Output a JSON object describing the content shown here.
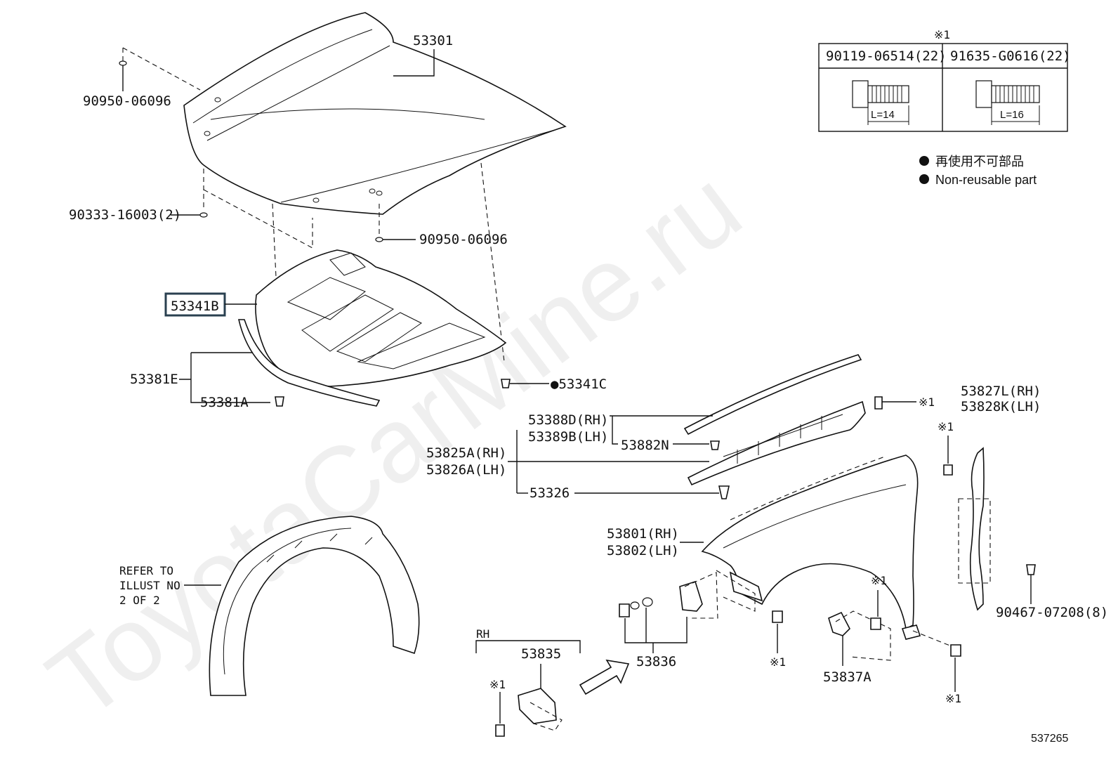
{
  "watermark": "ToyotaCarMine.ru",
  "legend": {
    "note_symbol": "※1",
    "bolt1_code": "90119-06514(22)",
    "bolt1_length": "L=14",
    "bolt2_code": "91635-G0616(22)",
    "bolt2_length": "L=16",
    "nonreusable_jp": "再使用不可部品",
    "nonreusable_en": "Non-reusable part"
  },
  "parts": {
    "hood": "53301",
    "grommet_top": "90950-06096",
    "cushion": "90333-16003(2)",
    "grommet_mid": "90950-06096",
    "insulator_highlight": "53341B",
    "seal_group": "53381E",
    "seal": "53381A",
    "clip": "●53341C",
    "fender_seal_rh": "53388D(RH)",
    "fender_seal_lh": "53389B(LH)",
    "fender_seal_clip": "53882N",
    "fender_liner_rh": "53825A(RH)",
    "fender_liner_lh": "53826A(LH)",
    "fender_clip": "53326",
    "fender_rh": "53801(RH)",
    "fender_lh": "53802(LH)",
    "fender_brace_rh": "53827L(RH)",
    "fender_brace_lh": "53828K(LH)",
    "clip_bottom": "90467-07208(8)",
    "refer_line1": "REFER TO",
    "refer_line2": "ILLUST NO",
    "refer_line3": "2 OF 2",
    "rh_label": "RH",
    "bracket_a": "53835",
    "bracket_b": "53836",
    "bracket_c": "53837A",
    "note_a": "※1",
    "note_b": "※1",
    "note_c": "※1",
    "note_d": "※1",
    "note_e": "※1",
    "note_f": "※1",
    "diagram_id": "537265"
  }
}
